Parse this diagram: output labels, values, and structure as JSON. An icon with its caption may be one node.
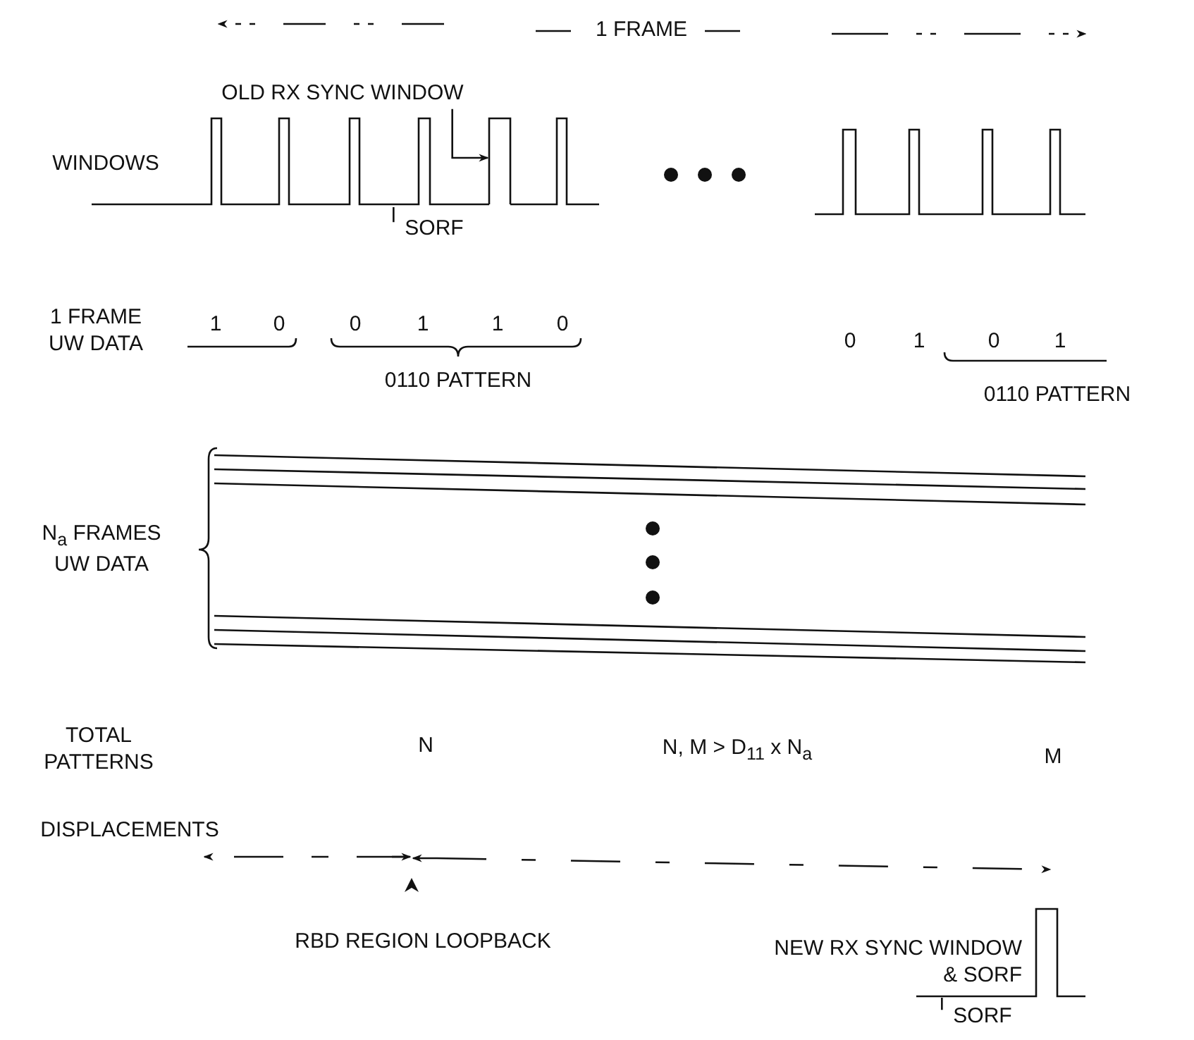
{
  "diagram": {
    "nodes": [
      {
        "text": [
          "OLD RX SYNC WINDOW"
        ]
      },
      {
        "text": [],
        "shape": "bar"
      },
      {
        "text": [
          "SORF"
        ]
      },
      {
        "text": [
          "SORF"
        ]
      }
    ],
    "edges": [
      {
        "from": 0,
        "to": 1,
        "arrow": "to"
      },
      {
        "from": 2,
        "to": null,
        "arrow": "none"
      },
      {
        "from": 3,
        "to": null,
        "arrow": "none"
      }
    ],
    "labels": [
      "1 FRAME",
      "WINDOWS",
      "1 FRAME UW DATA",
      "1",
      "0",
      "0",
      "1",
      "1",
      "0",
      "0110 PATTERN",
      "0",
      "1",
      "0",
      "1",
      "0110 PATTERN",
      "N$_{a}$ FRAMES UW DATA",
      "TOTAL PATTERNS",
      "N",
      "N, M > D$_{11}$ x N$_{a}$",
      "M",
      "DISPLACEMENTS",
      "RBD REGION LOOPBACK",
      "NEW RX SYNC WINDOW & SORF"
    ]
  }
}
